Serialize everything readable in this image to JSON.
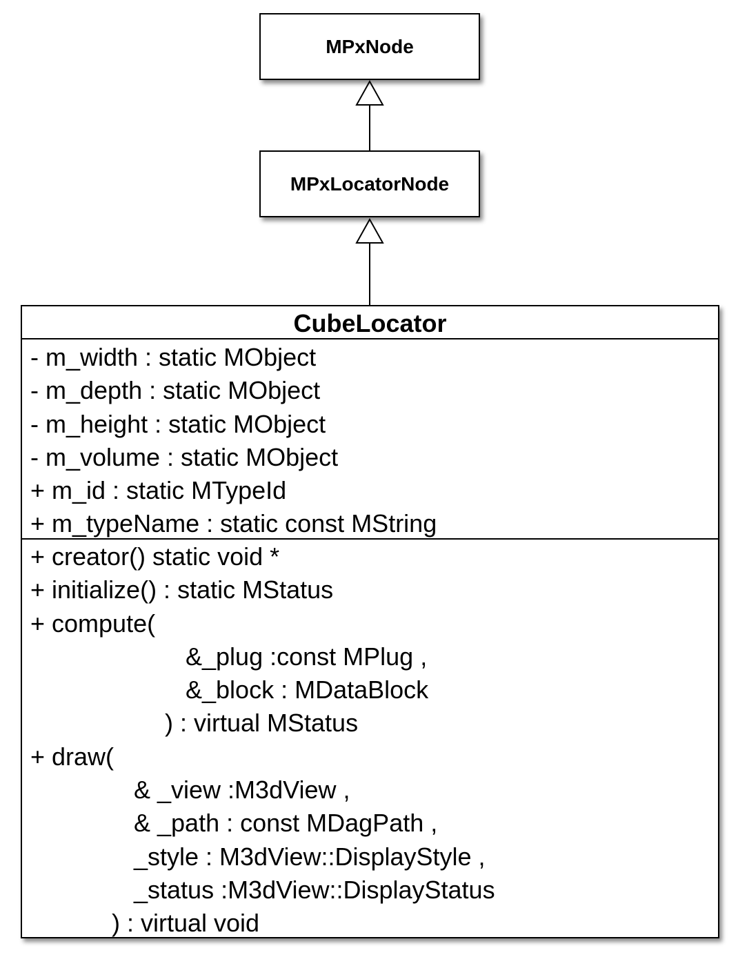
{
  "classes": {
    "mpxnode": {
      "name": "MPxNode"
    },
    "mpxlocatornode": {
      "name": "MPxLocatorNode"
    },
    "cubelocator": {
      "name": "CubeLocator",
      "attributes": [
        "- m_width : static MObject",
        "- m_depth : static MObject",
        "- m_height : static MObject",
        "- m_volume : static MObject",
        "+ m_id : static MTypeId",
        "+ m_typeName : static const MString"
      ],
      "operations": {
        "creator": "+ creator() static void *",
        "initialize": "+ initialize() : static MStatus",
        "compute": {
          "open": "+ compute(",
          "params": [
            "&_plug :const MPlug ,",
            "&_block : MDataBlock"
          ],
          "close": ") : virtual MStatus"
        },
        "draw": {
          "open": "+ draw(",
          "params": [
            "& _view :M3dView ,",
            "& _path : const MDagPath ,",
            "_style : M3dView::DisplayStyle ,",
            "_status :M3dView::DisplayStatus"
          ],
          "close": ") : virtual void"
        }
      }
    }
  },
  "relations": [
    {
      "type": "generalization",
      "from": "MPxLocatorNode",
      "to": "MPxNode"
    },
    {
      "type": "generalization",
      "from": "CubeLocator",
      "to": "MPxLocatorNode"
    }
  ]
}
